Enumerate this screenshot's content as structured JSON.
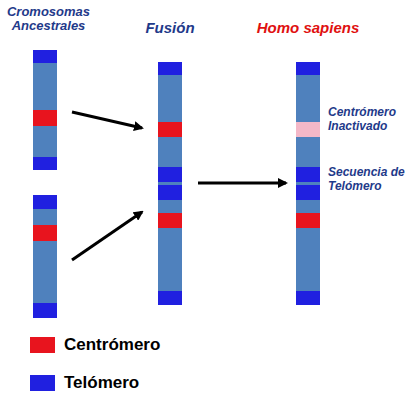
{
  "diagram": {
    "nodes": [
      {
        "text": [
          "Cromosomas Ancestrales"
        ]
      },
      {
        "text": [
          "Fusión"
        ]
      },
      {
        "text": [
          "Homo sapiens"
        ]
      }
    ],
    "edges": [
      {
        "from": 0,
        "to": 1,
        "arrow": "to"
      },
      {
        "from": 0,
        "to": 1,
        "arrow": "to"
      },
      {
        "from": 1,
        "to": 2,
        "arrow": "to"
      }
    ],
    "labels": [
      "Centrómero Inactivado",
      "Secuencia de Telómero"
    ],
    "legend": [
      {
        "text": "Centrómero",
        "color": "#e8141e"
      },
      {
        "text": "Telómero",
        "color": "#2020e0"
      }
    ]
  }
}
